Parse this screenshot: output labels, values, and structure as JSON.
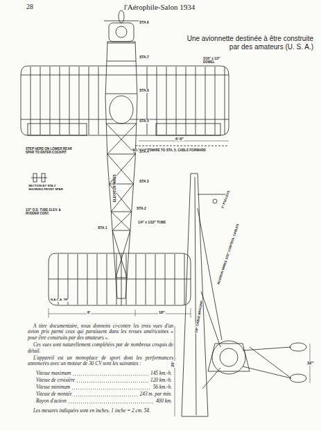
{
  "diagram": {
    "title": "Une avionnette destinée à être construite par des amateurs (U. S. A.)",
    "labels": [
      "28",
      "l'Aérophile-Salon 1934",
      "STA 8",
      "STA.7",
      "3/16\" x 1/2\" DOWEL",
      "STA.6",
      "STA.5",
      "6'-6\"",
      "NO.14 HARDWIRE TO STA. 5, CABLE FORWARD",
      "STEP HERE ON LOWER REAR SPAR TO ENTER COCKPIT",
      "STA.4",
      "SECTION BY STA.3 SHOWING FRONT SPAR",
      "STA 3",
      "ELEVATOR WIRES",
      "1/2\" O.D. TUBE ELEV. & RUDDER CONT.",
      "STA.2",
      "1/4\" x 1/32\" TUBE",
      "STA 1",
      "N.A.C.A. TIP",
      "6'",
      "18\"",
      "2\" PULLEYS",
      "AILERON WIRES 1/32\" CONTROL CABLES",
      "1/8\" CABLE BRACING",
      "20'",
      "32\"",
      "A titre documentaire, nous donnons ci-contre les trois vues d'un avion pris parmi ceux qui paraissent dans les revues américaines « pour être construits par des amateurs ».",
      "Ces vues sont naturellement complétées par de nombreux croquis de détail.",
      "L'appareil est un monoplace de sport dont les performances annoncées avec un moteur de 30 CV sont les suivantes :",
      "Vitesse maximum",
      "145 km.-h.",
      "Vitesse de croisière",
      "120 km.-h.",
      "Vitesse minimum",
      "56 km.-h.",
      "Vitesse de montée",
      "243 m. par min.",
      "Rayon d'action",
      "400 km.",
      "Les mesures indiquées sont en inches. 1 inche = 2 cm. 54."
    ]
  }
}
